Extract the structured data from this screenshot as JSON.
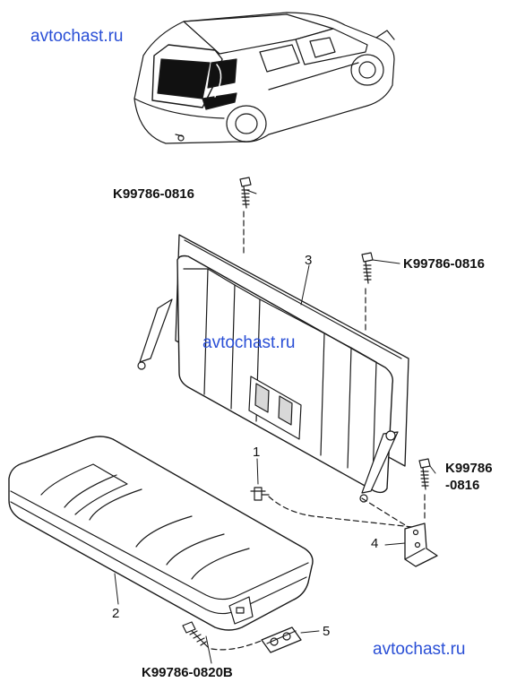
{
  "watermarks": {
    "top_left": "avtochast.ru",
    "center": "avtochast.ru",
    "bottom_right": "avtochast.ru"
  },
  "part_numbers": {
    "bolt_top_left": "K99786-0816",
    "bolt_top_right": "K99786-0816",
    "bolt_right_line1": "K99786",
    "bolt_right_line2": "-0816",
    "bolt_bottom": "K99786-0820B"
  },
  "callouts": {
    "seat_back": "3",
    "seat_cushion": "2",
    "pin": "1",
    "bracket": "4",
    "striker": "5"
  }
}
